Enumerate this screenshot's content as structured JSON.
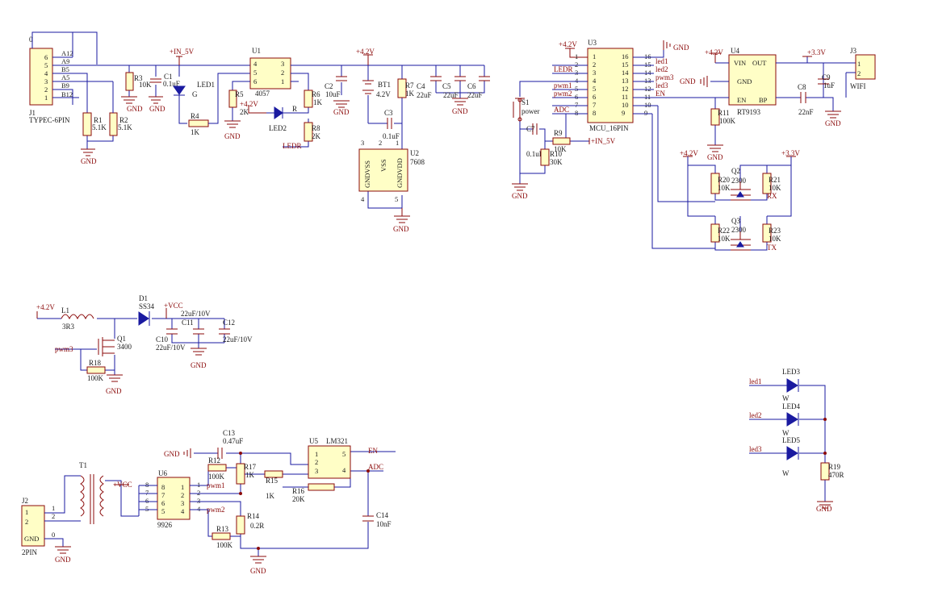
{
  "colors": {
    "wire": "#1a1aa0",
    "component": "#8b0a0a",
    "ic_fill": "#fffec6",
    "led": "#1a1aa0",
    "background": "#ffffff"
  },
  "nets": {
    "in5v": "+IN_5V",
    "v42": "+4.2V",
    "v33": "+3.3V",
    "gnd": "GND",
    "vcc": "+VCC",
    "ledr": "LEDR",
    "pwm1": "pwm1",
    "pwm2": "pwm2",
    "pwm3": "pwm3",
    "adc": "ADC",
    "en": "EN",
    "led1": "led1",
    "led2": "led2",
    "led3": "led3",
    "rx": "RX",
    "tx": "TX"
  },
  "usb": {
    "designator": "J1",
    "value": "TYPEC-6PIN",
    "pins": [
      "6",
      "5",
      "4",
      "3",
      "2",
      "1"
    ],
    "signals": [
      "A12",
      "A9",
      "B5",
      "A5",
      "B9",
      "B12"
    ],
    "shield": "0",
    "r1": {
      "ref": "R1",
      "value": "5.1K"
    },
    "r2": {
      "ref": "R2",
      "value": "5.1K"
    }
  },
  "charger": {
    "r3": {
      "ref": "R3",
      "value": "10K"
    },
    "c1": {
      "ref": "C1",
      "value": "0.1uF"
    },
    "led1": {
      "ref": "LED1",
      "color": "G"
    },
    "r4": {
      "ref": "R4",
      "value": "1K"
    },
    "u1": {
      "ref": "U1",
      "value": "4057",
      "pins_left": [
        "4",
        "5",
        "6"
      ],
      "pins_right": [
        "3",
        "2",
        "1"
      ]
    },
    "r5": {
      "ref": "R5",
      "value": "2K"
    },
    "led2": {
      "ref": "LED2",
      "color": "R"
    },
    "r6": {
      "ref": "R6",
      "value": "1K"
    },
    "r8": {
      "ref": "R8",
      "value": "2K"
    },
    "c2": {
      "ref": "C2",
      "value": "10uF"
    }
  },
  "battery": {
    "bt1": {
      "ref": "BT1",
      "value": "4.2V"
    },
    "r7": {
      "ref": "R7",
      "value": "1K"
    },
    "c3": {
      "ref": "C3",
      "value": "0.1uF"
    },
    "c4": {
      "ref": "C4",
      "value": "22uF"
    },
    "c5": {
      "ref": "C5",
      "value": "22uF"
    },
    "c6": {
      "ref": "C6",
      "value": "22uF"
    },
    "u2": {
      "ref": "U2",
      "value": "7608",
      "pin_names": [
        "GNDVSS",
        "VSS",
        "GNDVDD"
      ],
      "pins": [
        "3",
        "2",
        "1",
        "4",
        "5"
      ]
    }
  },
  "mcu": {
    "ref": "U3",
    "value": "MCU_16PIN",
    "left_pins": [
      "1",
      "2",
      "3",
      "4",
      "5",
      "6",
      "7",
      "8"
    ],
    "right_pins": [
      "16",
      "15",
      "14",
      "13",
      "12",
      "11",
      "10",
      "9"
    ],
    "left_nets": [
      "",
      "",
      "LEDR",
      "",
      "pwm1",
      "pwm2",
      "",
      "ADC"
    ],
    "right_nets": [
      "",
      "led1",
      "led2",
      "pwm3",
      "led3",
      "EN",
      "",
      ""
    ],
    "s1": {
      "ref": "S1",
      "label": "power"
    },
    "c7": {
      "ref": "C7",
      "value": "0.1uF"
    },
    "r9": {
      "ref": "R9",
      "value": "10K"
    },
    "r10": {
      "ref": "R10",
      "value": "30K"
    }
  },
  "regulator": {
    "ref": "U4",
    "value": "RT9193",
    "pins": [
      "VIN",
      "OUT",
      "GND",
      "EN",
      "BP"
    ],
    "r11": {
      "ref": "R11",
      "value": "100K"
    },
    "c8": {
      "ref": "C8",
      "value": "22nF"
    },
    "c9": {
      "ref": "C9",
      "value": "1uF"
    },
    "j3": {
      "ref": "J3",
      "value": "WIFI",
      "pins": [
        "1",
        "2"
      ]
    }
  },
  "level_shift": {
    "q2": {
      "ref": "Q2",
      "value": "2300"
    },
    "q3": {
      "ref": "Q3",
      "value": "2300"
    },
    "r20": {
      "ref": "R20",
      "value": "10K"
    },
    "r21": {
      "ref": "R21",
      "value": "10K"
    },
    "r22": {
      "ref": "R22",
      "value": "10K"
    },
    "r23": {
      "ref": "R23",
      "value": "10K"
    }
  },
  "boost": {
    "l1": {
      "ref": "L1",
      "value": "3R3"
    },
    "d1": {
      "ref": "D1",
      "value": "SS34"
    },
    "q1": {
      "ref": "Q1",
      "value": "3400"
    },
    "r18": {
      "ref": "R18",
      "value": "100K"
    },
    "c10": {
      "ref": "C10",
      "value": "22uF/10V"
    },
    "c11": {
      "ref": "C11",
      "value": "22uF/10V"
    },
    "c12": {
      "ref": "C12",
      "value": "22uF/10V"
    }
  },
  "leds": {
    "led3": {
      "ref": "LED3",
      "color": "W"
    },
    "led4": {
      "ref": "LED4",
      "color": "W"
    },
    "led5": {
      "ref": "LED5",
      "color": "W"
    },
    "r19": {
      "ref": "R19",
      "value": "470R"
    }
  },
  "detector": {
    "j2": {
      "ref": "J2",
      "value": "2PIN",
      "pins": [
        "1",
        "2"
      ],
      "gnd_pin": "0"
    },
    "t1": {
      "ref": "T1"
    },
    "u6": {
      "ref": "U6",
      "value": "9926",
      "pins_left": [
        "8",
        "7",
        "6",
        "5"
      ],
      "pins_right": [
        "1",
        "2",
        "3",
        "4"
      ]
    },
    "c13": {
      "ref": "C13",
      "value": "0.47uF"
    },
    "r12": {
      "ref": "R12",
      "value": "100K"
    },
    "r13": {
      "ref": "R13",
      "value": "100K"
    },
    "r14": {
      "ref": "R14",
      "value": "0.2R"
    },
    "r15": {
      "ref": "R15",
      "value": "1K"
    },
    "r16": {
      "ref": "R16",
      "value": "20K"
    },
    "r17": {
      "ref": "R17",
      "value": "1K"
    },
    "c14": {
      "ref": "C14",
      "value": "10nF"
    },
    "u5": {
      "ref": "U5",
      "value": "LM321",
      "pins": [
        "1",
        "2",
        "3",
        "5",
        "4"
      ]
    }
  }
}
